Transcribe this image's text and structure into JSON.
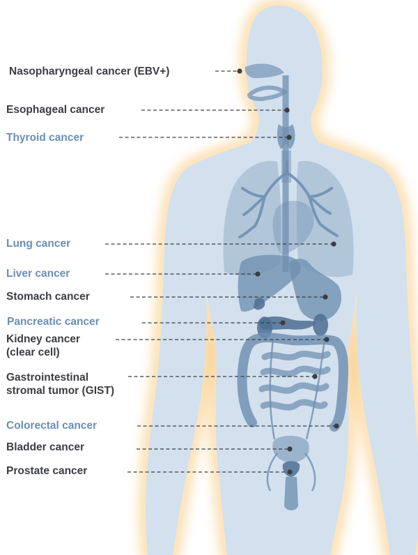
{
  "colors": {
    "label_dark": "#3a3d42",
    "label_blue": "#6a8eb5",
    "body_fill": "#d3e0ee",
    "glow": "#f8c878",
    "organ": "#6e8fb0",
    "organ_dark": "#4c6f93",
    "leader": "#3a3d42"
  },
  "labels": [
    {
      "id": "nasopharyngeal",
      "lines": [
        "Nasopharyngeal cancer (EBV+)"
      ],
      "tone": "dark"
    },
    {
      "id": "esophageal",
      "lines": [
        "Esophageal cancer"
      ],
      "tone": "dark"
    },
    {
      "id": "thyroid",
      "lines": [
        "Thyroid cancer"
      ],
      "tone": "blue"
    },
    {
      "id": "lung",
      "lines": [
        "Lung cancer"
      ],
      "tone": "blue"
    },
    {
      "id": "liver",
      "lines": [
        "Liver cancer"
      ],
      "tone": "blue"
    },
    {
      "id": "stomach",
      "lines": [
        "Stomach cancer"
      ],
      "tone": "dark"
    },
    {
      "id": "pancreatic",
      "lines": [
        "Pancreatic cancer"
      ],
      "tone": "blue"
    },
    {
      "id": "kidney",
      "lines": [
        "Kidney cancer",
        "(clear cell)"
      ],
      "tone": "dark"
    },
    {
      "id": "gist",
      "lines": [
        "Gastrointestinal",
        "stromal tumor (GIST)"
      ],
      "tone": "dark"
    },
    {
      "id": "colorectal",
      "lines": [
        "Colorectal cancer"
      ],
      "tone": "blue"
    },
    {
      "id": "bladder",
      "lines": [
        "Bladder cancer"
      ],
      "tone": "dark"
    },
    {
      "id": "prostate",
      "lines": [
        "Prostate cancer"
      ],
      "tone": "dark"
    }
  ]
}
